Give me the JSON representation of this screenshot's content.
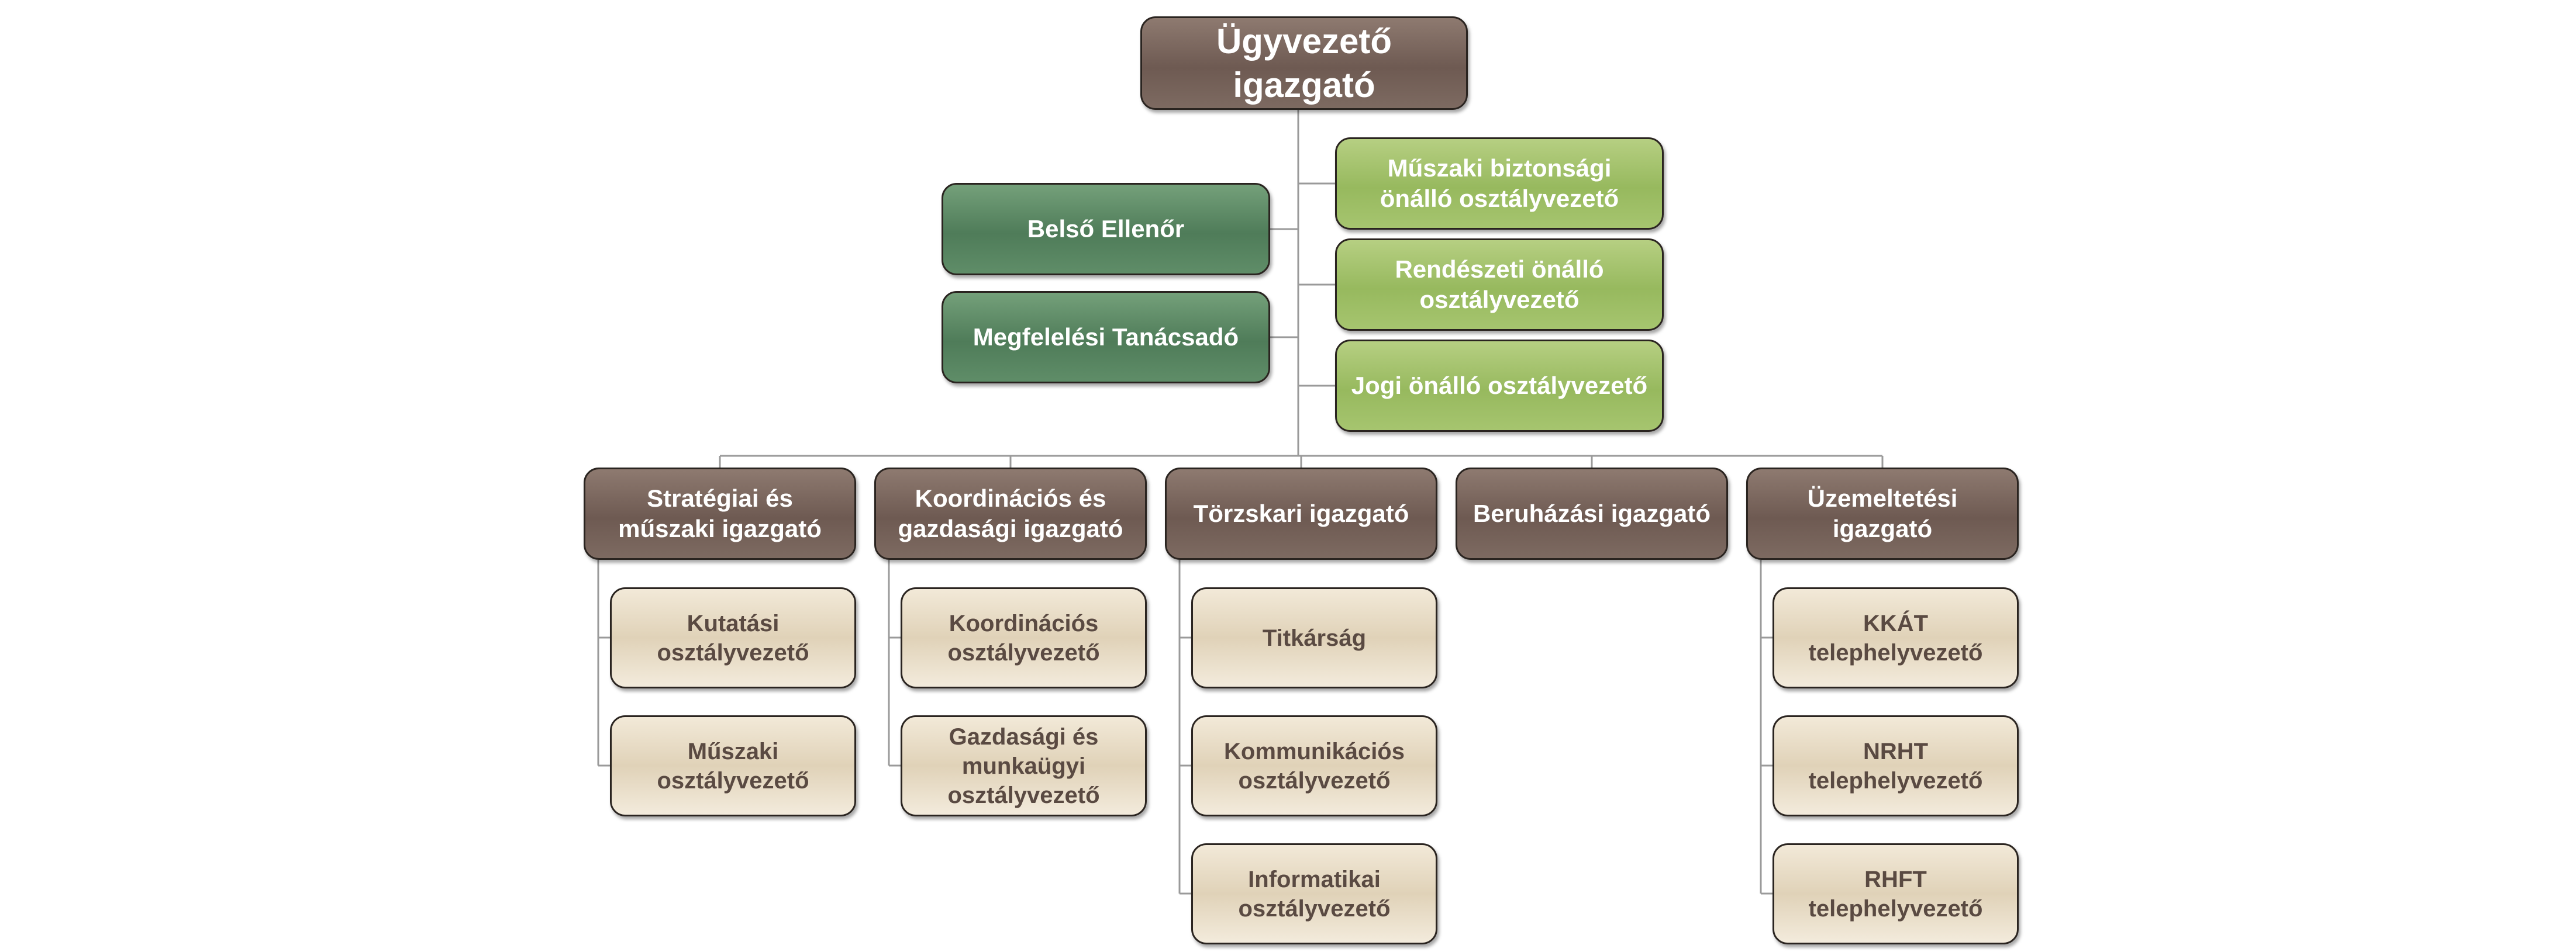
{
  "root": "Ügyvezető igazgató",
  "staff_left": [
    "Belső Ellenőr",
    "Megfelelési Tanácsadó"
  ],
  "staff_right": [
    "Műszaki biztonsági önálló osztályvezető",
    "Rendészeti önálló osztályvezető",
    "Jogi önálló osztályvezető"
  ],
  "directors": [
    {
      "label": "Stratégiai és műszaki igazgató",
      "children": [
        "Kutatási osztályvezető",
        "Műszaki osztályvezető"
      ]
    },
    {
      "label": "Koordinációs és gazdasági igazgató",
      "children": [
        "Koordinációs osztályvezető",
        "Gazdasági és munkaügyi osztályvezető"
      ]
    },
    {
      "label": "Törzskari igazgató",
      "children": [
        "Titkárság",
        "Kommunikációs osztályvezető",
        "Informatikai osztályvezető"
      ]
    },
    {
      "label": "Beruházási igazgató",
      "children": []
    },
    {
      "label": "Üzemeltetési igazgató",
      "children": [
        "KKÁT telephelyvezető",
        "NRHT telephelyvezető",
        "RHFT telephelyvezető"
      ]
    }
  ],
  "colors": {
    "director": "#6e5a52",
    "staff_left": "#4f7c59",
    "staff_right": "#97b95e",
    "department": "#e6d9c2",
    "connector": "#9a9a9a"
  }
}
